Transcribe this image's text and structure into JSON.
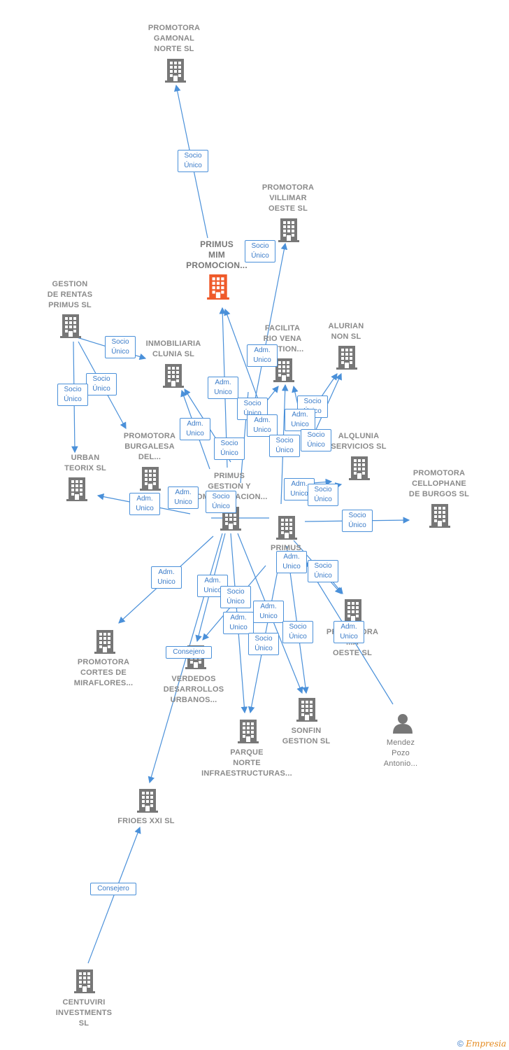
{
  "nodes": {
    "gamonal": "PROMOTORA\nGAMONAL\nNORTE  SL",
    "villimar": "PROMOTORA\nVILLIMAR\nOESTE SL",
    "primus_mim": "PRIMUS\nMIM\nPROMOCION...",
    "gestion_rentas": "GESTION\nDE RENTAS\nPRIMUS  SL",
    "clunia": "INMOBILIARIA\nCLUNIA SL",
    "facilita": "FACILITA\nRIO VENA\nGESTION...",
    "alurian": "ALURIAN\nNON  SL",
    "alqlunia": "ALQLUNIA\nSERVICIOS SL",
    "urban": "URBAN\nTEORIX  SL",
    "burgalesa": "PROMOTORA\nBURGALESA\nDEL...",
    "primus_gestion": "PRIMUS\nGESTION Y\nADMINISTRACION...",
    "cellophane": "PROMOTORA\nCELLOPHANE\nDE BURGOS SL",
    "primus_pa": "PRIMUS\nI...\nPA...",
    "promotora_oeste": "PROMOTORA\n...A\nOESTE SL",
    "cortes": "PROMOTORA\nCORTES DE\nMIRAFLORES...",
    "verdedos": "VERDEDOS\nDESARROLLOS\nURBANOS...",
    "sonfin": "SONFIN\nGESTION  SL",
    "mendez": "Mendez\nPozo\nAntonio...",
    "parque": "PARQUE\nNORTE\nINFRAESTRUCTURAS...",
    "frioes": "FRIOES XXI SL",
    "centuviri": "CENTUVIRI\nINVESTMENTS\nSL"
  },
  "edge_labels": {
    "socio_unico": "Socio\nÚnico",
    "adm_unico": "Adm.\nUnico",
    "consejero": "Consejero"
  },
  "colors": {
    "edge": "#4a90d9",
    "node": "#777777",
    "focus": "#ef5a2a"
  },
  "icons": {
    "company": "building-icon",
    "person": "person-icon"
  },
  "footer": {
    "copyright": "©",
    "brand": "Empresia"
  }
}
